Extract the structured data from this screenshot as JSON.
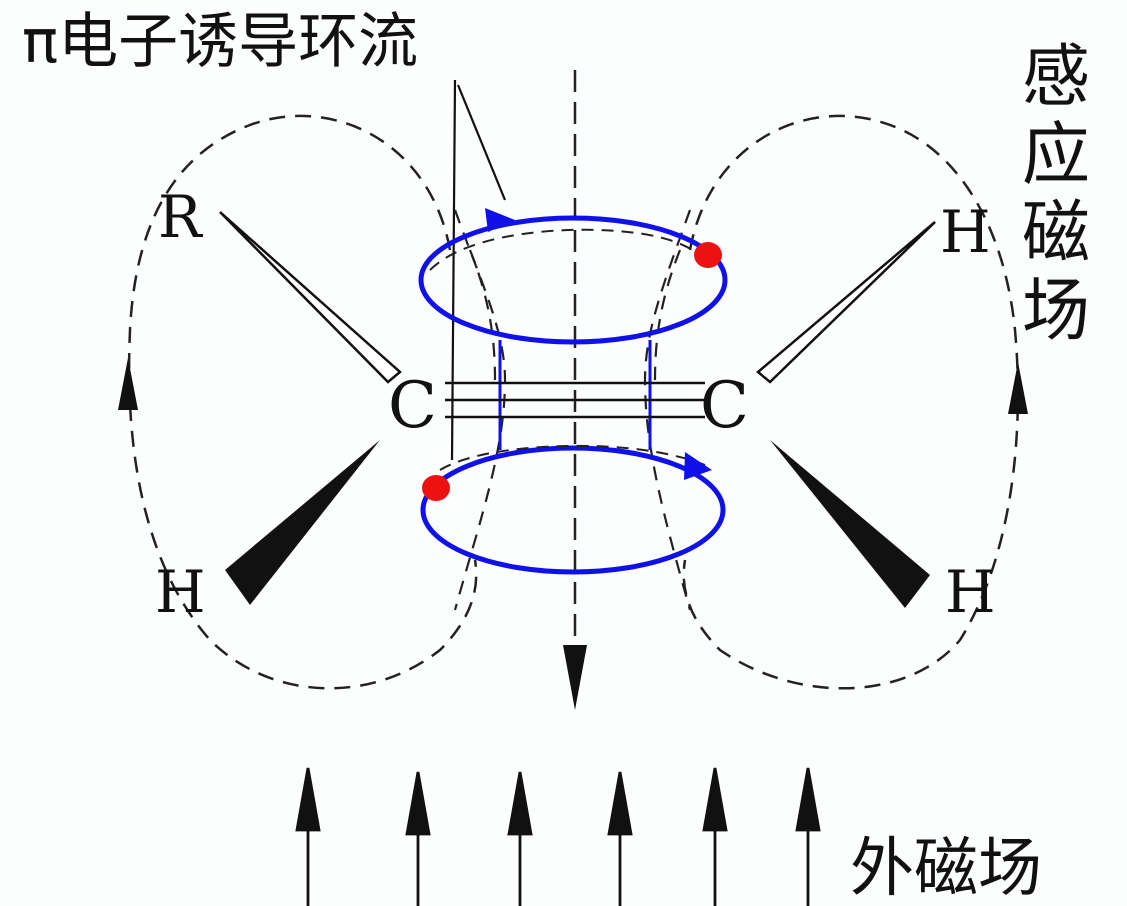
{
  "labels": {
    "pi_current": "π电子诱导环流",
    "induced_field": "感应磁场",
    "external_field": "外磁场"
  },
  "atoms": {
    "carbon_left": "C",
    "carbon_right": "C",
    "substituent_r": "R",
    "hydrogen_top_right": "H",
    "hydrogen_bottom_left": "H",
    "hydrogen_bottom_right": "H"
  },
  "colors": {
    "ring_current": "#1010e8",
    "proton_marker": "#ee1111",
    "line": "#111111"
  }
}
